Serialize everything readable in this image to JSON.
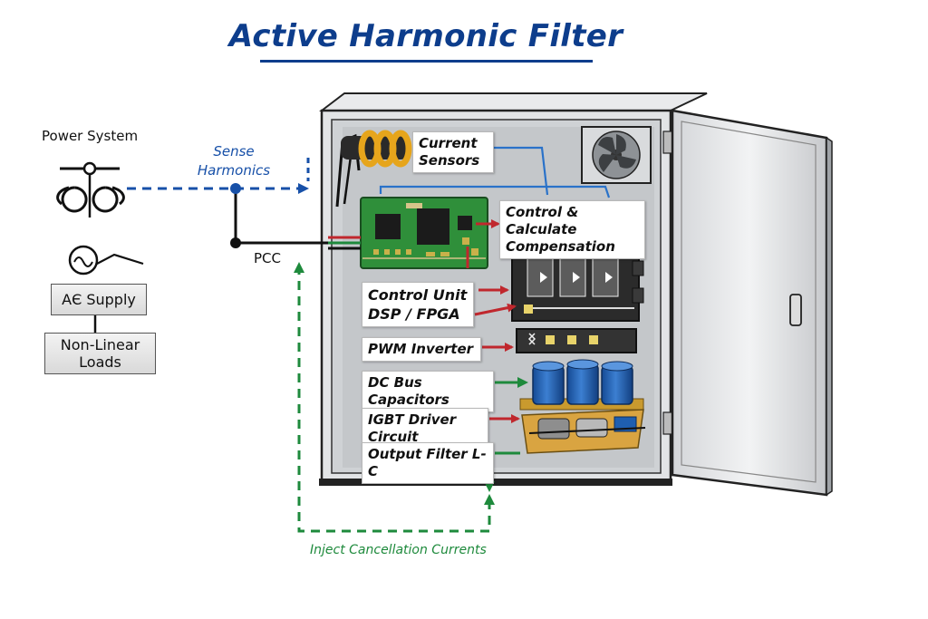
{
  "title": "Active Harmonic Filter",
  "power_system_label": "Power System",
  "sense_label": [
    "Sense",
    "Harmonics"
  ],
  "pcc_label": "PCC",
  "ac_supply_label": "AЄ Supply",
  "nonlinear_label": [
    "Non-Linear",
    "Loads"
  ],
  "inject_label": "Inject Cancellation Currents",
  "components": {
    "current_sensors": [
      "Current",
      "Sensors"
    ],
    "control_calc": [
      "Control & Calculate",
      "Compensation"
    ],
    "control_unit": [
      "Control Unit",
      "DSP / FPGA"
    ],
    "pwm_inverter": "PWM Inverter",
    "dc_bus": "DC Bus Capacitors",
    "igbt_driver": "IGBT Driver Circuit",
    "output_filter": "Output Filter L-C"
  },
  "colors": {
    "title": "#0d3d8c",
    "sense_line": "#1750a8",
    "inject_line": "#1e8a3c",
    "arrow_red": "#c0272d",
    "arrow_green": "#1e8a3c",
    "pcb_green": "#2f8f3a",
    "capacitor_blue": "#1f5fb0"
  }
}
